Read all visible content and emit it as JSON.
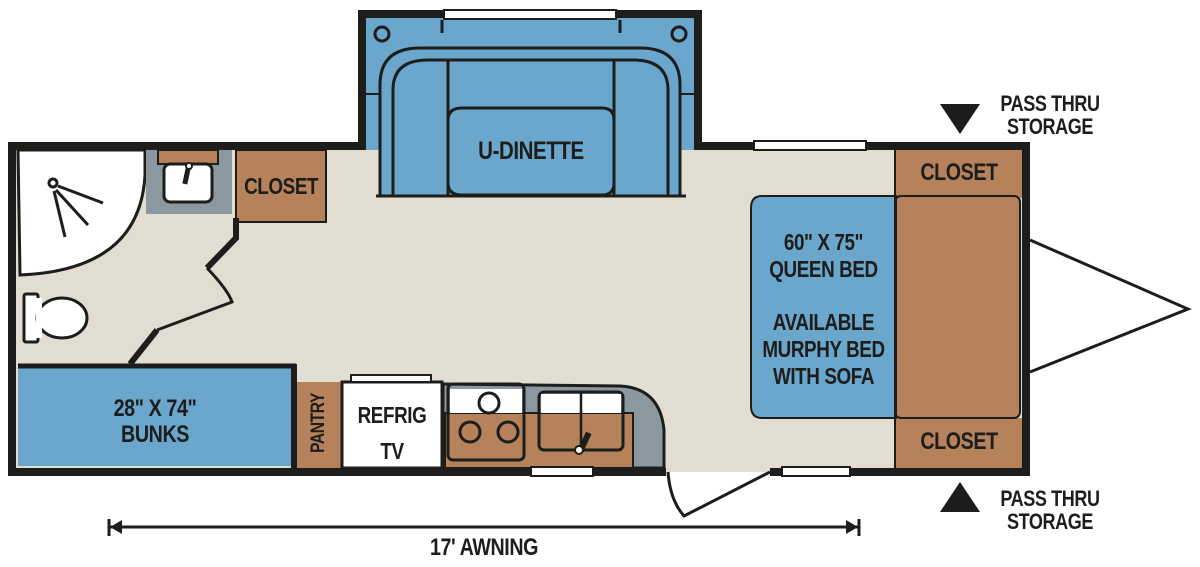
{
  "floorplan": {
    "colors": {
      "wall": "#1d1d1b",
      "floor": "#e1ddd1",
      "blue": "#6ba6cd",
      "brown": "#b5825b",
      "gray": "#8c989f",
      "white": "#ffffff"
    },
    "rooms": {
      "bath_closet": "CLOSET",
      "dinette": "U-DINETTE",
      "bunks_size": "28\" X 74\"",
      "bunks_label": "BUNKS",
      "pantry": "PANTRY",
      "refrig": "REFRIG",
      "tv": "TV",
      "bed_size": "60\" X 75\"",
      "bed_label": "QUEEN BED",
      "murphy_line1": "AVAILABLE",
      "murphy_line2": "MURPHY BED",
      "murphy_line3": "WITH SOFA",
      "front_closet_top": "CLOSET",
      "front_closet_bottom": "CLOSET"
    },
    "callouts": {
      "pass_thru_top_line1": "PASS THRU",
      "pass_thru_top_line2": "STORAGE",
      "pass_thru_bottom_line1": "PASS THRU",
      "pass_thru_bottom_line2": "STORAGE"
    },
    "dimension": {
      "awning": "17' AWNING"
    },
    "icons": [
      "shower-head-icon",
      "sink-icon",
      "toilet-icon",
      "stove-burner-icon",
      "kitchen-sink-icon",
      "faucet-icon",
      "door-swing-icon",
      "hitch-icon",
      "arrow-down-icon",
      "arrow-up-icon",
      "window-icon"
    ]
  }
}
